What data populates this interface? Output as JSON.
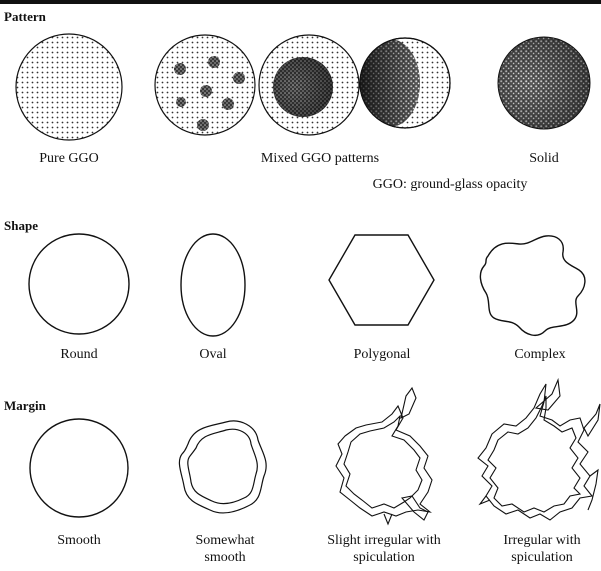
{
  "sections": {
    "pattern": {
      "title": "Pattern",
      "labels": {
        "pure": "Pure GGO",
        "mixed": "Mixed GGO patterns",
        "solid": "Solid",
        "note": "GGO: ground-glass opacity"
      }
    },
    "shape": {
      "title": "Shape",
      "labels": {
        "round": "Round",
        "oval": "Oval",
        "polygonal": "Polygonal",
        "complex": "Complex"
      }
    },
    "margin": {
      "title": "Margin",
      "labels": {
        "smooth": "Smooth",
        "somewhat_smooth": "Somewhat smooth",
        "slight_irregular": "Slight irregular with spiculation",
        "irregular": "Irregular with spiculation"
      }
    }
  }
}
